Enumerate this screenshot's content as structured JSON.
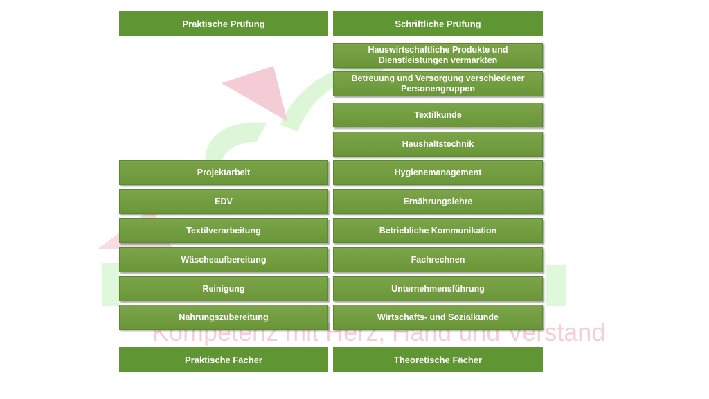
{
  "header": {
    "practical_exam": "Praktische Prüfung",
    "written_exam": "Schriftliche Prüfung"
  },
  "practical_subjects": [
    "Projektarbeit",
    "EDV",
    "Textilverarbeitung",
    "Wäscheaufbereitung",
    "Reinigung",
    "Nahrungszubereitung"
  ],
  "written_subjects": [
    "Hauswirtschaftliche Produkte und Dienstleistungen vermarkten",
    "Betreuung und Versorgung verschiedener Personengruppen",
    "Textilkunde",
    "Haushaltstechnik",
    "Hygienemanagement",
    "Ernährungslehre",
    "Betriebliche Kommunikation",
    "Fachrechnen",
    "Unternehmensführung",
    "Wirtschafts- und Sozialkunde"
  ],
  "footer": {
    "practical_subjects_label": "Praktische Fächer",
    "theoretical_subjects_label": "Theoretische Fächer"
  },
  "watermark": {
    "slogan": "Kompetenz mit Herz, Hand und Verstand"
  },
  "colors": {
    "header_green": "#5f9532",
    "box_green": "#6f9b3e",
    "watermark_green": "#d9f5d3",
    "watermark_pink": "#f3c9d3"
  }
}
